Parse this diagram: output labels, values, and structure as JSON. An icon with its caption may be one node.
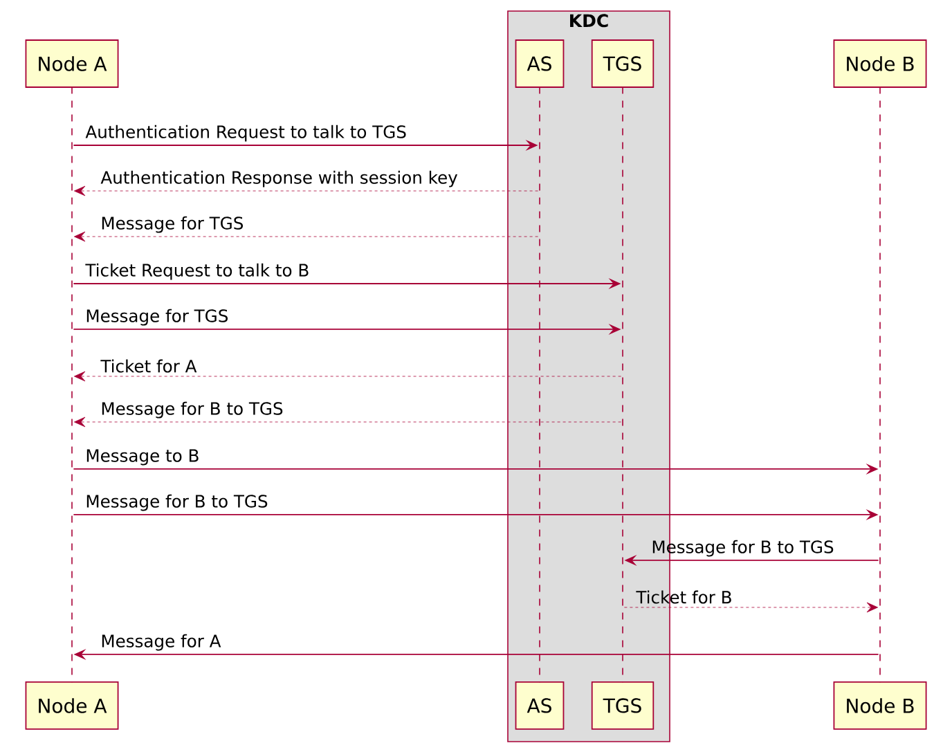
{
  "diagram": {
    "nodes": [
      {
        "text": [
          "KDC"
        ]
      },
      {
        "text": [
          "Node A"
        ]
      },
      {
        "text": [
          "AS"
        ],
        "in": 0
      },
      {
        "text": [
          "TGS"
        ],
        "in": 0
      },
      {
        "text": [
          "Node B"
        ]
      },
      {
        "text": [
          "Node A"
        ]
      },
      {
        "text": [
          "AS"
        ],
        "in": 0
      },
      {
        "text": [
          "TGS"
        ],
        "in": 0
      },
      {
        "text": [
          "Node B"
        ]
      },
      {
        "text": [],
        "shape": "line"
      },
      {
        "text": [],
        "shape": "line",
        "in": 0
      },
      {
        "text": [],
        "shape": "line",
        "in": 0
      },
      {
        "text": [],
        "shape": "line"
      }
    ],
    "edges": [
      {
        "from": 9,
        "to": 10,
        "arrow": "to",
        "label": "Authentication Request to talk to TGS"
      },
      {
        "from": 10,
        "to": 9,
        "arrow": "to",
        "style": "dashed",
        "label": "Authentication Response with session key"
      },
      {
        "from": 10,
        "to": 9,
        "arrow": "to",
        "style": "dashed",
        "label": "Message for TGS"
      },
      {
        "from": 9,
        "to": 11,
        "arrow": "to",
        "label": "Ticket Request to talk to B"
      },
      {
        "from": 9,
        "to": 11,
        "arrow": "to",
        "label": "Message for TGS"
      },
      {
        "from": 11,
        "to": 9,
        "arrow": "to",
        "style": "dashed",
        "label": "Ticket for A"
      },
      {
        "from": 11,
        "to": 9,
        "arrow": "to",
        "style": "dashed",
        "label": "Message for B to TGS"
      },
      {
        "from": 9,
        "to": 12,
        "arrow": "to",
        "label": "Message to B"
      },
      {
        "from": 9,
        "to": 12,
        "arrow": "to",
        "label": "Message for B to TGS"
      },
      {
        "from": 12,
        "to": 11,
        "arrow": "to",
        "label": "Message for B to TGS"
      },
      {
        "from": 11,
        "to": 12,
        "arrow": "to",
        "style": "dashed",
        "label": "Ticket for B"
      },
      {
        "from": 12,
        "to": 9,
        "arrow": "to",
        "label": "Message for A"
      }
    ]
  }
}
